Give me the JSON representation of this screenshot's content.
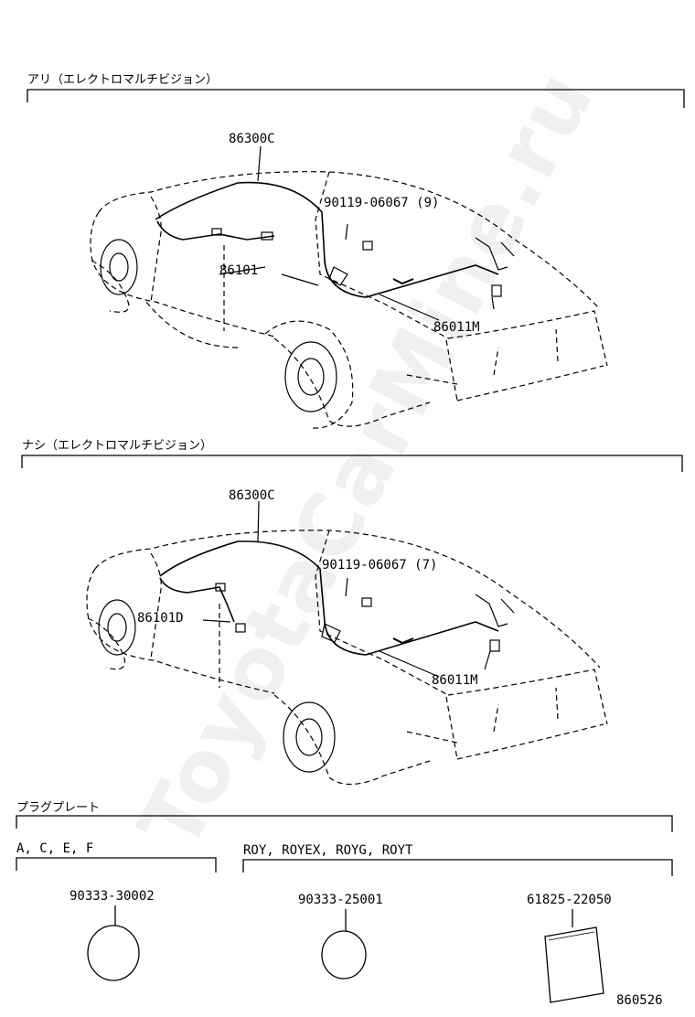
{
  "section1": {
    "title": "アリ（エレクトロマルチビジョン）",
    "parts": {
      "harness": "86300C",
      "wire": "86101",
      "cord": "86011M",
      "clip": "90119-06067 (9)"
    }
  },
  "section2": {
    "title": "ナシ（エレクトロマルチビジョン）",
    "parts": {
      "harness": "86300C",
      "wire": "86101D",
      "cord": "86011M",
      "clip": "90119-06067 (7)"
    }
  },
  "plugs": {
    "title": "プラグプレート",
    "group1": {
      "label": "A, C, E, F",
      "part": "90333-30002"
    },
    "group2": {
      "label": "ROY, ROYEX, ROYG, ROYT",
      "part_round": "90333-25001",
      "part_square": "61825-22050"
    }
  },
  "figure_id": "860526",
  "watermark": "ToyotaCarMine.ru"
}
